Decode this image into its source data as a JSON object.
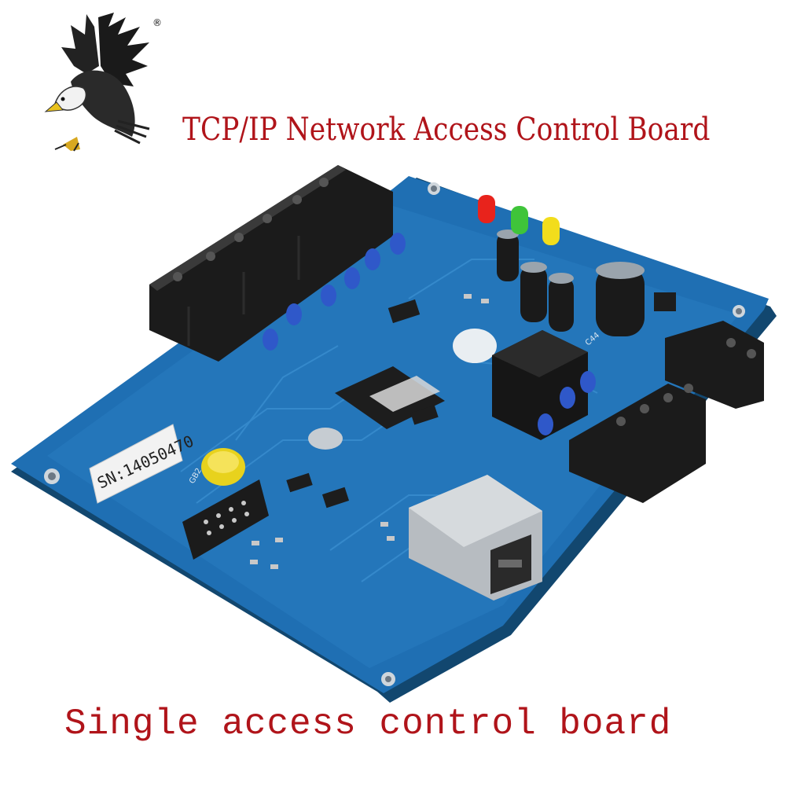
{
  "header": {
    "title": "TCP/IP Network Access Control Board",
    "registered_mark": "®"
  },
  "footer": {
    "caption": "Single access control board"
  },
  "board": {
    "serial_label": "SN:14050470",
    "silkscreen": {
      "battery": "GB2",
      "relay_cap": "C44"
    }
  },
  "icons": {
    "logo": "eagle-logo-icon",
    "led_colors": [
      "#e8231c",
      "#3fc43a",
      "#f2dd1c"
    ]
  },
  "colors": {
    "title_red": "#b0141a",
    "pcb_blue": "#1f6fb3",
    "terminal_black": "#1b1b1b"
  }
}
